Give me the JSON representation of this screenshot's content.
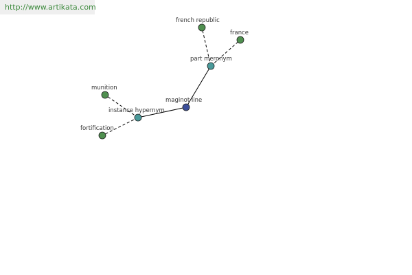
{
  "banner": {
    "url_text": "http://www.artikata.com"
  },
  "colors": {
    "banner_bg": "#efefef",
    "banner_text": "#3d8a3d",
    "center_node": "#3c4f9a",
    "relation_node": "#4a9a9a",
    "leaf_node": "#4f8f4f",
    "edge": "#000000",
    "label": "#333333"
  },
  "graph": {
    "nodes": [
      {
        "id": "maginot",
        "label": "maginot line",
        "kind": "center"
      },
      {
        "id": "part",
        "label": "part meronym",
        "kind": "relation"
      },
      {
        "id": "french",
        "label": "french republic",
        "kind": "leaf"
      },
      {
        "id": "france",
        "label": "france",
        "kind": "leaf"
      },
      {
        "id": "instance",
        "label": "instance hypernym",
        "kind": "relation"
      },
      {
        "id": "munition",
        "label": "munition",
        "kind": "leaf"
      },
      {
        "id": "fortification",
        "label": "fortification",
        "kind": "leaf"
      }
    ],
    "edges": [
      {
        "from": "maginot",
        "to": "part",
        "style": "solid"
      },
      {
        "from": "maginot",
        "to": "instance",
        "style": "solid"
      },
      {
        "from": "part",
        "to": "french",
        "style": "dashed"
      },
      {
        "from": "part",
        "to": "france",
        "style": "dashed"
      },
      {
        "from": "instance",
        "to": "munition",
        "style": "dashed"
      },
      {
        "from": "instance",
        "to": "fortification",
        "style": "dashed"
      }
    ]
  }
}
